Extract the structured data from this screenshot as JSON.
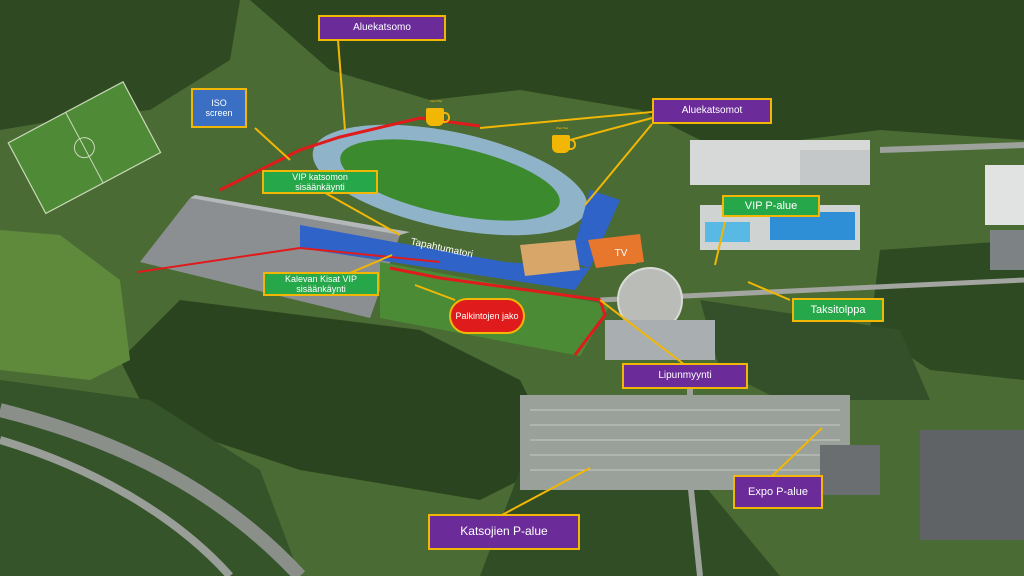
{
  "labels": {
    "aluekatsomo": "Aluekatsomo",
    "iso_screen": "ISO screen",
    "aluekatsomot": "Aluekatsomot",
    "vip_katsomon": "VIP katsomon sisäänkäynti",
    "vip_p_alue": "VIP P-alue",
    "tapahtumatori": "Tapahtumatori",
    "kalevan_kisat_vip": "Kalevan Kisat VIP sisäänkäynti",
    "palkintojen_jako": "Palkintojen jako",
    "tv": "TV",
    "taksitolppa": "Taksitolppa",
    "lipunmyynti": "Lipunmyynti",
    "expo_p_alue": "Expo P-alue",
    "katsojien_p_alue": "Katsojien P-alue"
  },
  "icons": {
    "coffee_1": "coffee-cup-icon",
    "coffee_2": "coffee-cup-icon"
  },
  "colors": {
    "callout_purple": "#6b2c9a",
    "callout_green": "#26a84a",
    "callout_blue": "#3a6fc4",
    "callout_border": "#f2b705",
    "route_red": "#e01b1b",
    "event_area_blue": "#2f63c8",
    "tv_orange": "#e8772e"
  }
}
